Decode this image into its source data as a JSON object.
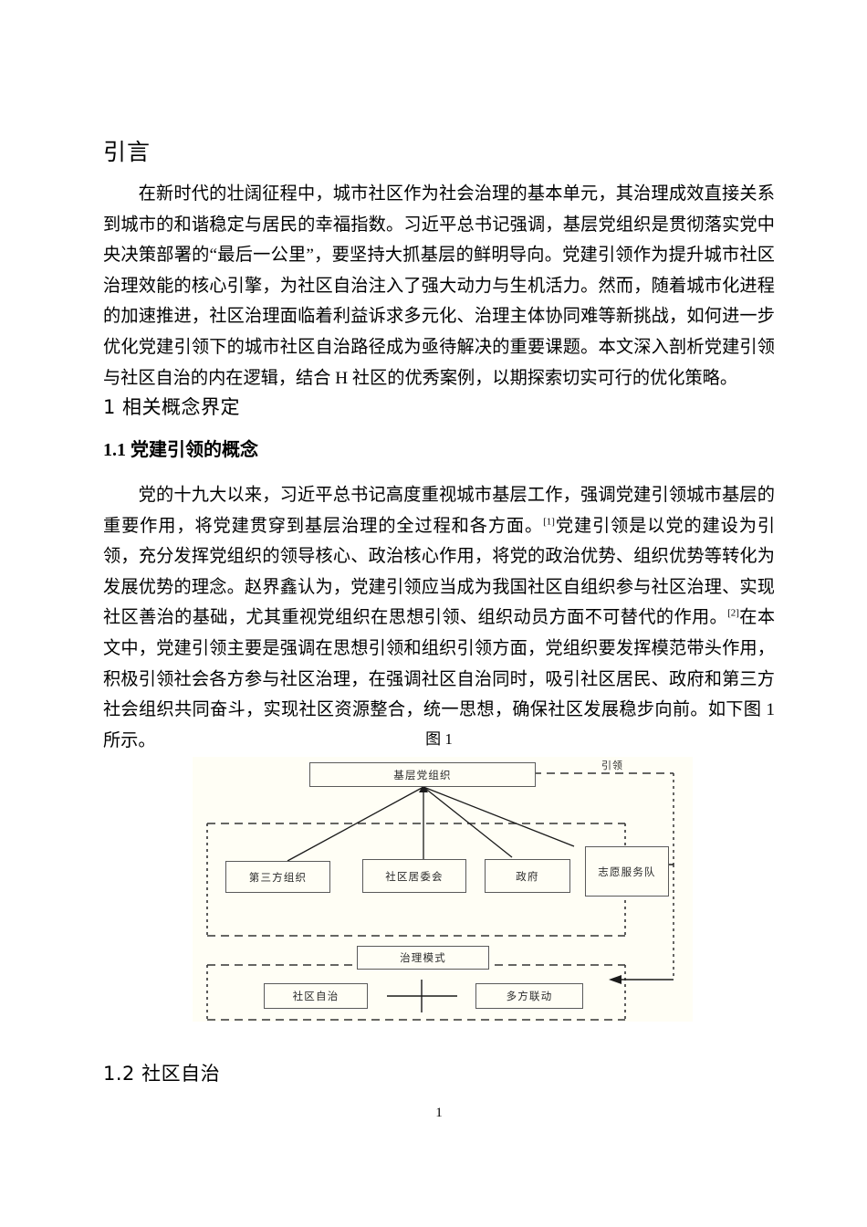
{
  "document": {
    "page_number": "1",
    "title": "引言"
  },
  "sections": {
    "intro_heading": "引言",
    "intro_paragraph": "在新时代的壮阔征程中，城市社区作为社会治理的基本单元，其治理成效直接关系到城市的和谐稳定与居民的幸福指数。习近平总书记强调，基层党组织是贯彻落实党中央决策部署的“最后一公里”，要坚持大抓基层的鲜明导向。党建引领作为提升城市社区治理效能的核心引擎，为社区自治注入了强大动力与生机活力。然而，随着城市化进程的加速推进，社区治理面临着利益诉求多元化、治理主体协同难等新挑战，如何进一步优化党建引领下的城市社区自治路径成为亟待解决的重要课题。本文深入剖析党建引领与社区自治的内在逻辑，结合 H 社区的优秀案例，以期探索切实可行的优化策略。",
    "h1_number": "1",
    "h1_title": "相关概念界定",
    "h1_full": "1  相关概念界定",
    "h2_1_full": "1.1 党建引领的概念",
    "body_part_1": "党的十九大以来，习近平总书记高度重视城市基层工作，强调党建引领城市基层的重要作用，将党建贯穿到基层治理的全过程和各方面。",
    "citation_1": "[1]",
    "body_part_2": "党建引领是以党的建设为引领，充分发挥党组织的领导核心、政治核心作用，将党的政治优势、组织优势等转化为发展优势的理念。赵界鑫认为，党建引领应当成为我国社区自组织参与社区治理、实现社区善治的基础，尤其重视党组织在思想引领、组织动员方面不可替代的作用。",
    "citation_2": "[2]",
    "body_part_3": "在本文中，党建引领主要是强调在思想引领和组织引领方面，党组织要发挥模范带头作用，积极引领社会各方参与社区治理，在强调社区自治同时，吸引社区居民、政府和第三方社会组织共同奋斗，实现社区资源整合，统一思想，确保社区发展稳步向前。如下图 1 所示。",
    "h2_2_full": "1.2  社区自治"
  },
  "figure": {
    "caption": "图 1",
    "nodes": {
      "top": "基层党组织",
      "actor_1": "第三方组织",
      "actor_2": "社区居委会",
      "actor_3": "政府",
      "actor_4": "志愿服务队",
      "mode": "治理模式",
      "outcome_1": "社区自治",
      "outcome_2": "多方联动",
      "plus": "+"
    },
    "edge_label": "引领"
  },
  "colors": {
    "page_background": "#ffffff",
    "diagram_background": "#fffef5",
    "box_border": "#5a5a5a",
    "text": "#000000",
    "diagram_text": "#2b2b2b"
  }
}
